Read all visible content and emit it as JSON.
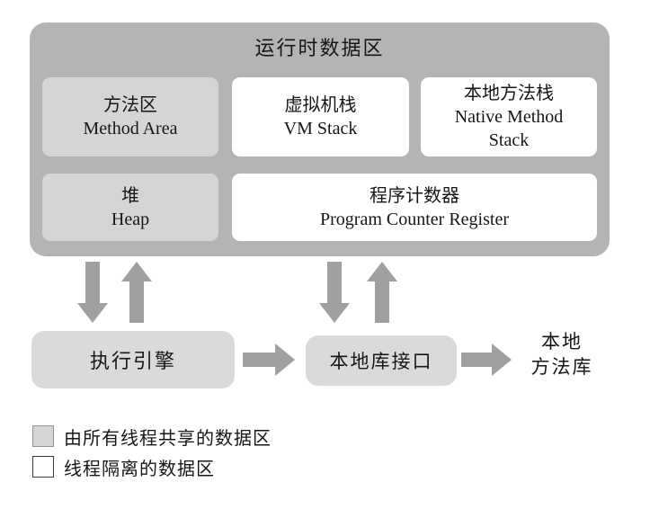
{
  "colors": {
    "container": "#b4b4b4",
    "shared_box": "#d5d5d5",
    "isolated_box": "#ffffff",
    "bottom_box": "#dadada",
    "arrow": "#a0a0a0"
  },
  "runtime": {
    "title": "运行时数据区",
    "method_area": {
      "cn": "方法区",
      "en": "Method Area"
    },
    "vm_stack": {
      "cn": "虚拟机栈",
      "en": "VM Stack"
    },
    "native_method_stack": {
      "cn": "本地方法栈",
      "en": "Native Method Stack"
    },
    "heap": {
      "cn": "堆",
      "en": "Heap"
    },
    "pc_register": {
      "cn": "程序计数器",
      "en": "Program Counter Register"
    }
  },
  "engine": {
    "label": "执行引擎"
  },
  "native_interface": {
    "label": "本地库接口"
  },
  "native_libraries": {
    "line1": "本地",
    "line2": "方法库"
  },
  "legend": [
    {
      "label": "由所有线程共享的数据区"
    },
    {
      "label": "线程隔离的数据区"
    }
  ]
}
